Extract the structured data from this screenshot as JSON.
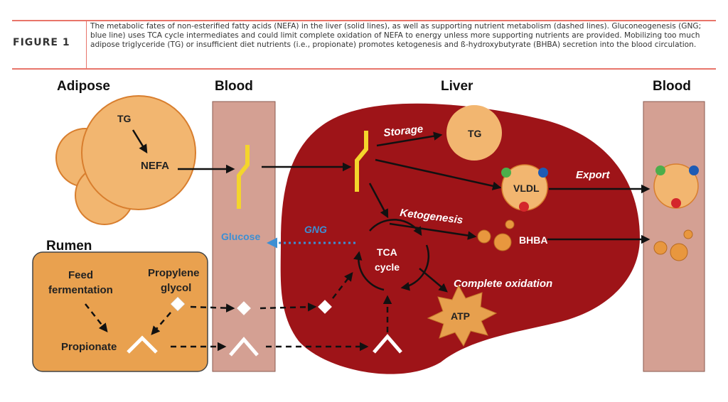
{
  "figure": {
    "label": "FIGURE 1",
    "caption": "The metabolic fates of non-esterified fatty acids (NEFA) in the liver (solid lines), as well as supporting nutrient metabolism (dashed lines). Gluconeogenesis (GNG; blue line) uses TCA cycle intermediates and could limit complete oxidation of NEFA to energy unless more supporting nutrients are provided. Mobilizing too much adipose triglyceride (TG) or insufficient diet nutrients (i.e., propionate) promotes ketogenesis and ß-hydroxybutyrate (BHBA) secretion into the blood circulation."
  },
  "sections": {
    "adipose": "Adipose",
    "blood_left": "Blood",
    "liver": "Liver",
    "blood_right": "Blood",
    "rumen": "Rumen"
  },
  "adipose": {
    "tg": "TG",
    "nefa": "NEFA"
  },
  "liver": {
    "storage": "Storage",
    "tg": "TG",
    "vldl": "VLDL",
    "export": "Export",
    "ketogenesis": "Ketogenesis",
    "bhba": "BHBA",
    "tca_line1": "TCA",
    "tca_line2": "cycle",
    "complete_oxidation": "Complete oxidation",
    "atp": "ATP",
    "gng": "GNG"
  },
  "blood": {
    "glucose": "Glucose"
  },
  "rumen": {
    "feed_line1": "Feed",
    "feed_line2": "fermentation",
    "propylene_line1": "Propylene",
    "propylene_line2": "glycol",
    "propionate": "Propionate"
  },
  "colors": {
    "accent_rule": "#e8756a",
    "adipose_fill": "#f2b670",
    "blood_fill": "#d4a093",
    "liver_fill": "#9e1418",
    "rumen_fill": "#e9a14f",
    "nefa_yellow": "#f4d52c",
    "gng_blue": "#3d8fd3",
    "atp_fill": "#e7a04e",
    "dot_green": "#4cae4a",
    "dot_blue": "#1d5bb5",
    "dot_red": "#d4262b"
  }
}
